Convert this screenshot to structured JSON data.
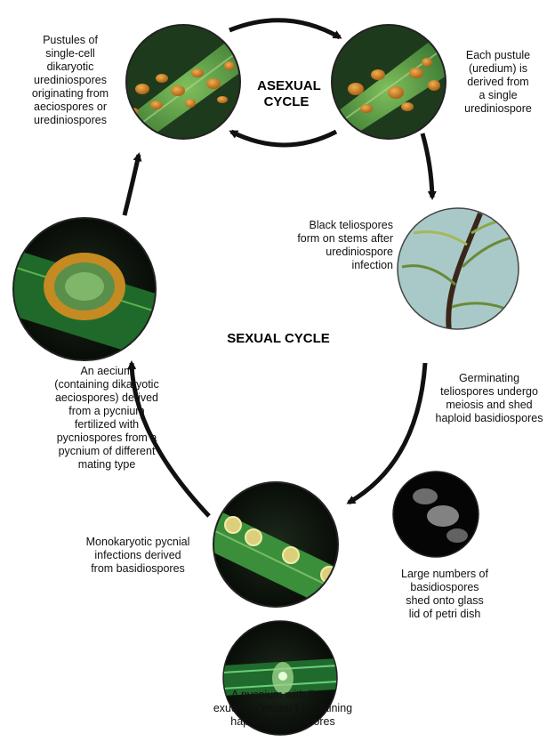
{
  "cycle_titles": {
    "asexual": "ASEXUAL\nCYCLE",
    "sexual": "SEXUAL CYCLE"
  },
  "stages": {
    "pustules": "Pustules of\nsingle-cell\ndikaryotic\nurediniospores\noriginating from\naeciospores or\nurediniospores",
    "uredium": "Each pustule\n(uredium) is\nderived from\na single\nurediniospore",
    "teliospores": "Black teliospores\nform on stems after\nurediniospore\ninfection",
    "germinating": "Germinating\nteliospores undergo\nmeiosis and shed\nhaploid basidiospores",
    "basidiospores_glass": "Large numbers of\nbasidiospores\nshed onto glass\nlid of petri dish",
    "pycnium_nectar": "A pycnium with liquid\nexudate ('nectar') containing\nhaploid pycniospores",
    "pycnial_infections": "Monokaryotic pycnial\ninfections derived\nfrom basidiospores",
    "aecium": "An aecium\n(containing dikaryotic\naeciospores) derived\nfrom a pycnium\nfertilized with\npycniospores from a\npycnium of different\nmating type"
  },
  "colors": {
    "leaf_green": "#3f8f3a",
    "pustule_orange": "#c9771c",
    "arrow": "#111111",
    "sky": "#a9c9c8"
  },
  "photos": [
    "uredinia-leaf-photo",
    "uredinia-leaf-closeup-photo",
    "teliospores-stem-photo",
    "basidiospores-petri-photo",
    "pycnia-leaf-photo",
    "pycnium-nectar-photo",
    "aecium-leaf-photo"
  ]
}
